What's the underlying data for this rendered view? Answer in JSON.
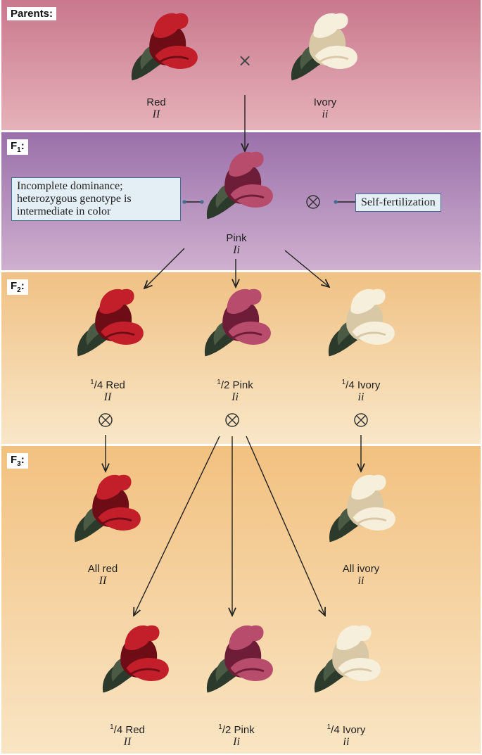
{
  "generations": {
    "parents": "Parents:",
    "f1_base": "F",
    "f1_sub": "1",
    "f2_base": "F",
    "f2_sub": "2",
    "f3_base": "F",
    "f3_sub": "3",
    "suffix": ":"
  },
  "colors": {
    "red": "#c31f2a",
    "red_dark": "#6e0d16",
    "pink": "#b84c6c",
    "pink_dark": "#6e1d38",
    "ivory": "#f6efdc",
    "ivory_dark": "#d8c8a6",
    "stem": "#2c3a2c",
    "callout_border": "#3f6f93"
  },
  "symbols": {
    "cross": "×"
  },
  "callouts": {
    "incomplete": "Incomplete dominance; heterozygous genotype is intermediate in color",
    "self": "Self-fertilization"
  },
  "flowers": {
    "p_red": {
      "name": "Red",
      "genotype": "II"
    },
    "p_ivory": {
      "name": "Ivory",
      "genotype": "ii"
    },
    "f1_pink": {
      "name": "Pink",
      "genotype": "Ii"
    },
    "f2_red": {
      "fraction_num": "1",
      "fraction_den": "/4",
      "name": "Red",
      "genotype": "II"
    },
    "f2_pink": {
      "fraction_num": "1",
      "fraction_den": "/2",
      "name": "Pink",
      "genotype": "Ii"
    },
    "f2_ivory": {
      "fraction_num": "1",
      "fraction_den": "/4",
      "name": "Ivory",
      "genotype": "ii"
    },
    "f3_allred": {
      "name": "All red",
      "genotype": "II"
    },
    "f3_allivory": {
      "name": "All ivory",
      "genotype": "ii"
    },
    "f3_red": {
      "fraction_num": "1",
      "fraction_den": "/4",
      "name": "Red",
      "genotype": "II"
    },
    "f3_pink": {
      "fraction_num": "1",
      "fraction_den": "/2",
      "name": "Pink",
      "genotype": "Ii"
    },
    "f3_ivory": {
      "fraction_num": "1",
      "fraction_den": "/4",
      "name": "Ivory",
      "genotype": "ii"
    }
  }
}
